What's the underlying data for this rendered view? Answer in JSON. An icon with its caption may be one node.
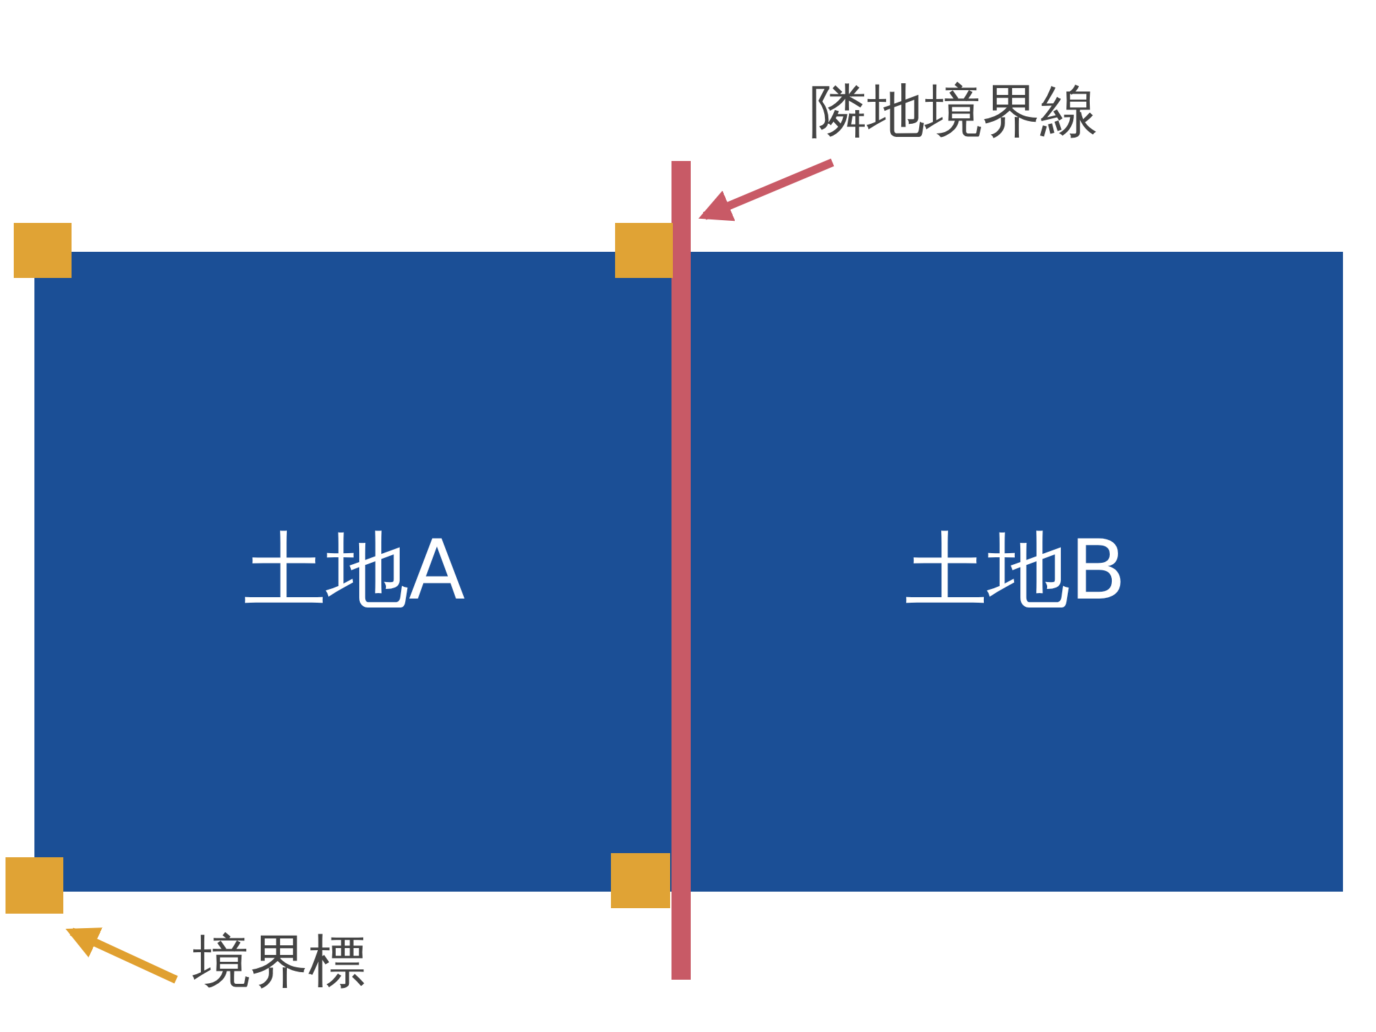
{
  "diagram": {
    "nodes": [
      {
        "text": [
          "隣地境界線"
        ]
      },
      {
        "text": [],
        "shape": "bar"
      },
      {
        "text": [],
        "shape": "box"
      },
      {
        "text": [],
        "shape": "box"
      },
      {
        "text": [
          "土地A"
        ]
      },
      {
        "text": [
          "土地B"
        ]
      },
      {
        "text": [],
        "shape": "box"
      },
      {
        "text": [],
        "shape": "box"
      },
      {
        "text": [
          "境界標"
        ]
      }
    ],
    "edges": [
      {
        "from": 0,
        "to": 1,
        "arrow": "to",
        "color": "#c85a66"
      },
      {
        "from": 8,
        "to": 6,
        "arrow": "to",
        "color": "#e0a030"
      }
    ]
  }
}
